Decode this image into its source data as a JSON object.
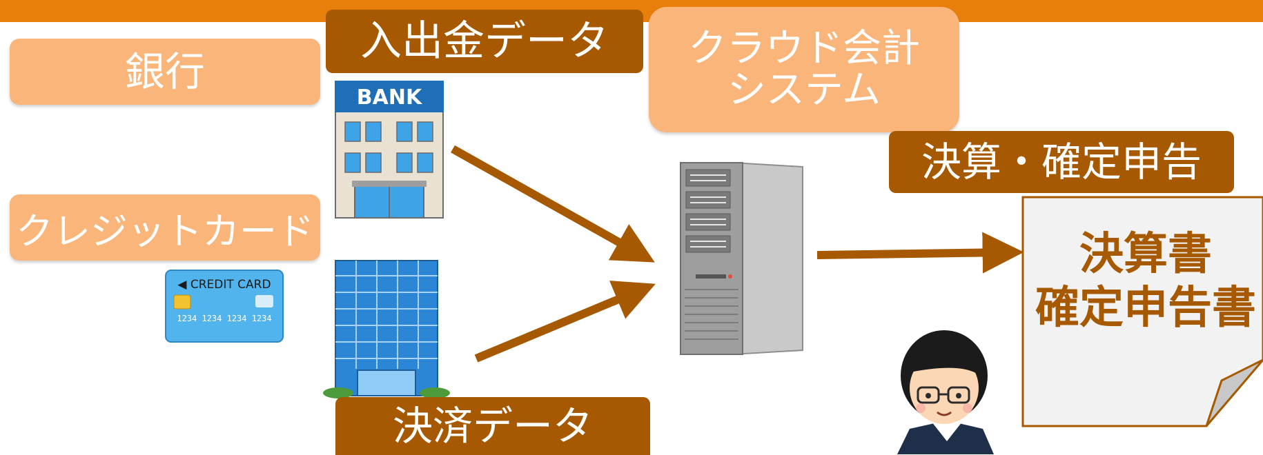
{
  "labels": {
    "bank": "銀行",
    "credit_card": "クレジットカード",
    "cloud_line1": "クラウド会計",
    "cloud_line2": "システム",
    "deposit_withdrawal_data": "入出金データ",
    "settlement_data": "決済データ",
    "closing_tax_return": "決算・確定申告"
  },
  "document": {
    "line1": "決算書",
    "line2": "確定申告書"
  },
  "bank_sign": "BANK",
  "card": {
    "brand": "◀ CREDIT CARD",
    "number": "1234 1234 1234 1234"
  },
  "colors": {
    "header": "#E97F0B",
    "label_light": "#F9B57A",
    "label_dark": "#A65900",
    "arrow": "#A65900",
    "bank_blue": "#3FA3E8",
    "server_gray": "#9E9E9E"
  }
}
